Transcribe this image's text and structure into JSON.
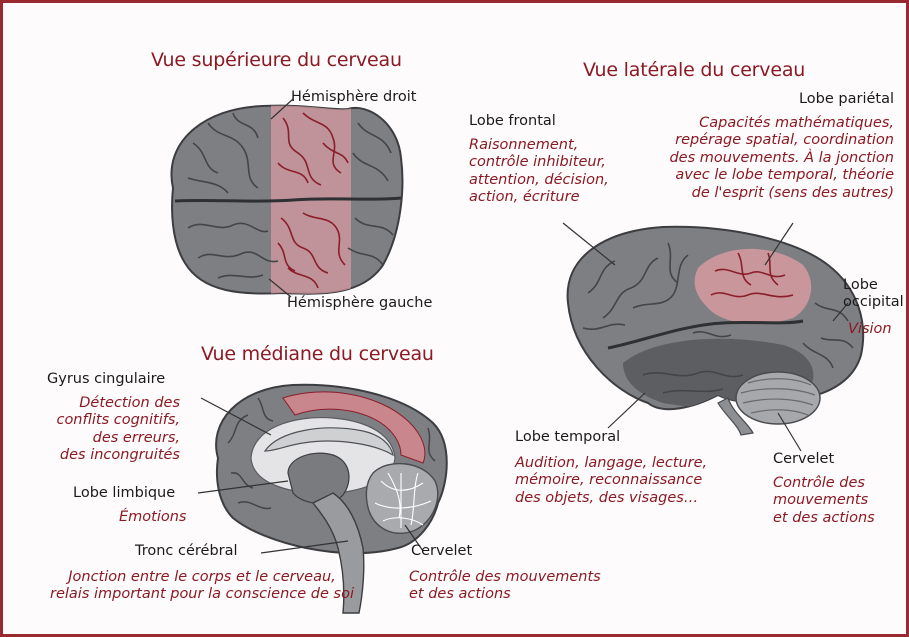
{
  "colors": {
    "frame": "#9a2a32",
    "title": "#8b1a24",
    "brain_gray": "#7e7f83",
    "brain_dark": "#4a4b4f",
    "highlight": "#c9868c"
  },
  "top_view": {
    "title": "Vue supérieure du cerveau",
    "right_hemisphere": "Hémisphère droit",
    "left_hemisphere": "Hémisphère gauche"
  },
  "lateral_view": {
    "title": "Vue latérale du cerveau",
    "frontal": {
      "label": "Lobe frontal",
      "desc": [
        "Raisonnement,",
        "contrôle inhibiteur,",
        "attention, décision,",
        "action, écriture"
      ]
    },
    "parietal": {
      "label": "Lobe pariétal",
      "desc": [
        "Capacités mathématiques,",
        "repérage spatial, coordination",
        "des mouvements. À la jonction",
        "avec le lobe temporal, théorie",
        "de l'esprit (sens des autres)"
      ]
    },
    "occipital": {
      "label": [
        "Lobe",
        "occipital"
      ],
      "desc": "Vision"
    },
    "temporal": {
      "label": "Lobe temporal",
      "desc": [
        "Audition, langage, lecture,",
        "mémoire, reconnaissance",
        "des objets, des visages…"
      ]
    },
    "cerebellum": {
      "label": "Cervelet",
      "desc": [
        "Contrôle des",
        "mouvements",
        "et des actions"
      ]
    }
  },
  "median_view": {
    "title": "Vue médiane du cerveau",
    "cingulate": {
      "label": "Gyrus cingulaire",
      "desc": [
        "Détection des",
        "conflits cognitifs,",
        "des erreurs,",
        "des incongruités"
      ]
    },
    "limbic": {
      "label": "Lobe limbique",
      "desc": "Émotions"
    },
    "brainstem": {
      "label": "Tronc cérébral",
      "desc": [
        "Jonction entre le corps et le cerveau,",
        "relais important pour la conscience de soi"
      ]
    },
    "cerebellum": {
      "label": "Cervelet",
      "desc": [
        "Contrôle des mouvements",
        "et des actions"
      ]
    }
  }
}
